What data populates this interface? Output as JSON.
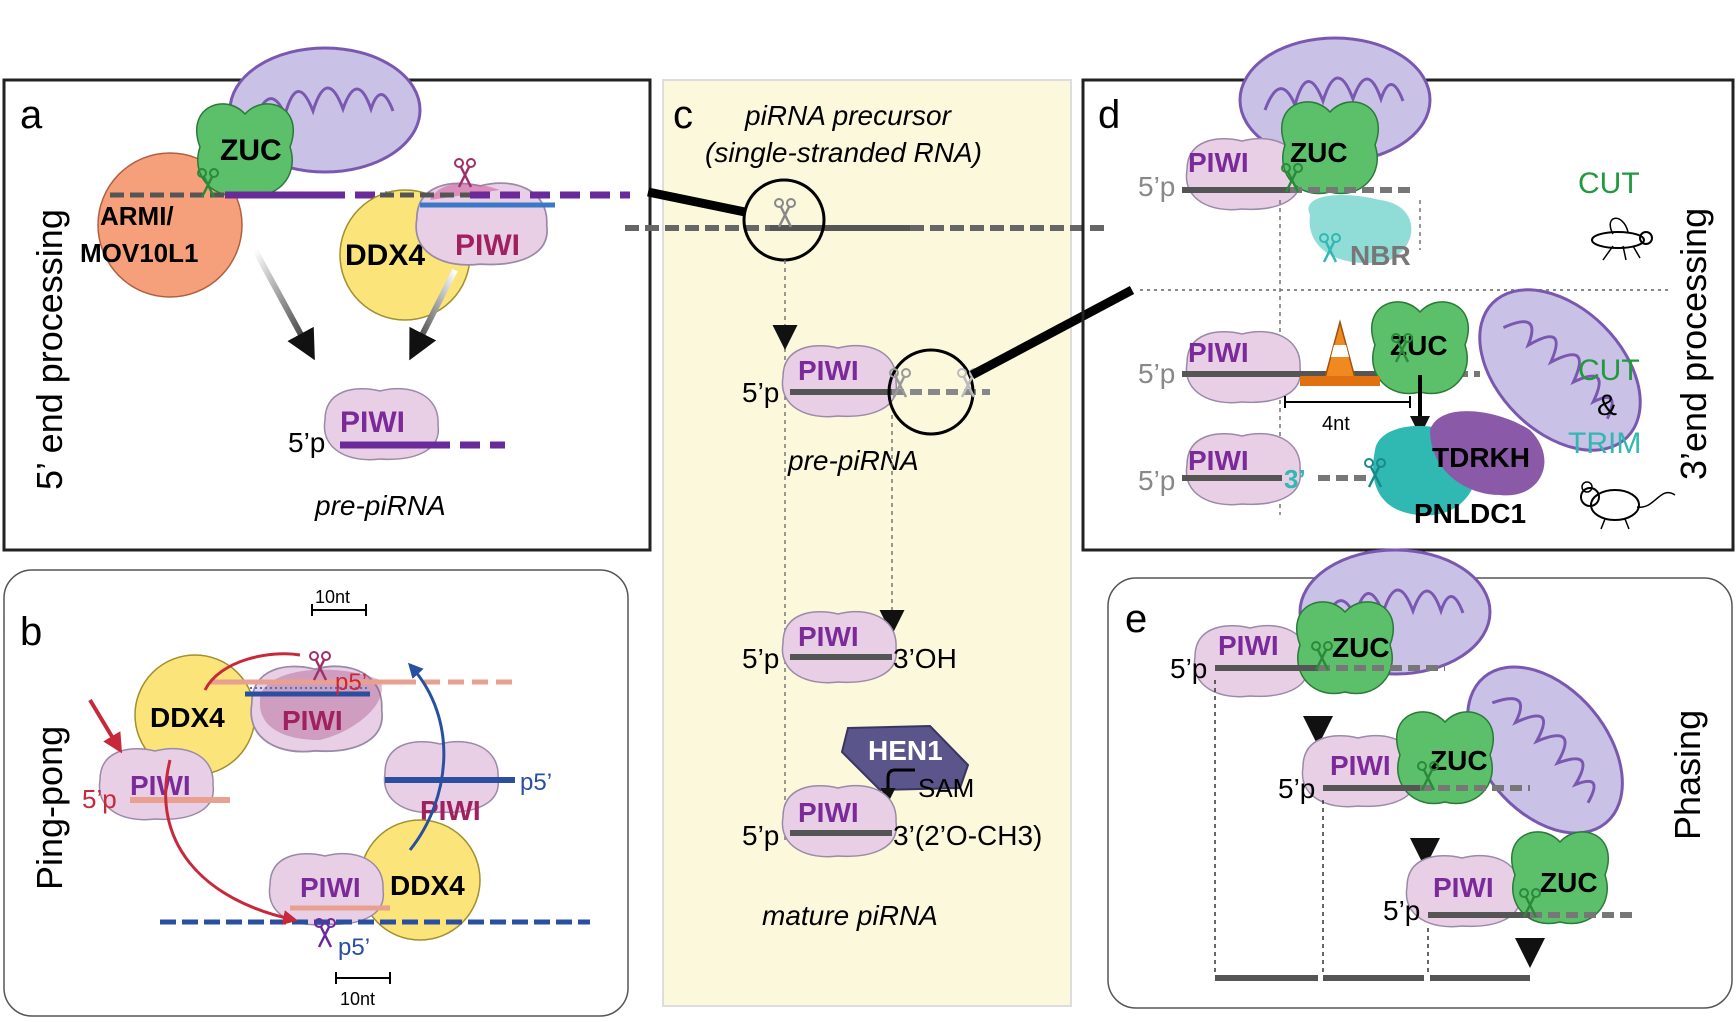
{
  "panels": {
    "a": {
      "letter": "a",
      "side_label": "5’ end processing",
      "zuc": "ZUC",
      "armi": "ARMI/",
      "mov": "MOV10L1",
      "ddx4": "DDX4",
      "piwi": "PIWI",
      "piwi_result": "PIWI",
      "five_p": "5’p",
      "caption": "pre-piRNA"
    },
    "b": {
      "letter": "b",
      "side_label": "Ping-pong",
      "ddx4_top": "DDX4",
      "piwi_top": "PIWI",
      "piwi_left": "PIWI",
      "piwi_right": "PIWI",
      "piwi_bottom": "PIWI",
      "ddx4_bottom": "DDX4",
      "five_p_left": "5’p",
      "p5_top": "p5’",
      "p5_right": "p5’",
      "p5_bottom": "p5’",
      "nt_top": "10nt",
      "nt_bottom": "10nt"
    },
    "c": {
      "letter": "c",
      "precursor_line1": "piRNA precursor",
      "precursor_line2": "(single-stranded RNA)",
      "piwi1": "PIWI",
      "piwi2": "PIWI",
      "piwi3": "PIWI",
      "five_p1": "5’p",
      "five_p2": "5’p",
      "five_p3": "5’p",
      "pre_pirna": "pre-piRNA",
      "three_oh": "3’OH",
      "hen1": "HEN1",
      "sam": "SAM",
      "three_mod": "3’(2’O-CH3)",
      "mature": "mature piRNA"
    },
    "d": {
      "letter": "d",
      "side_label": "3’end processing",
      "piwi1": "PIWI",
      "piwi2": "PIWI",
      "piwi3": "PIWI",
      "five_p1": "5’p",
      "five_p2": "5’p",
      "five_p3": "5’p",
      "zuc1": "ZUC",
      "zuc2": "ZUC",
      "nbr": "NBR",
      "cut1": "CUT",
      "cut2": "CUT",
      "amp": "&",
      "trim": "TRIM",
      "four_nt": "4nt",
      "three_prime": "3’",
      "tdrkh": "TDRKH",
      "pnldc1": "PNLDC1"
    },
    "e": {
      "letter": "e",
      "side_label": "Phasing",
      "piwi1": "PIWI",
      "piwi2": "PIWI",
      "piwi3": "PIWI",
      "zuc1": "ZUC",
      "zuc2": "ZUC",
      "zuc3": "ZUC",
      "five_p1": "5’p",
      "five_p2": "5’p",
      "five_p3": "5’p"
    }
  },
  "colors": {
    "piwi_fill": "#e9cfe6",
    "piwi_text": "#7b2a9a",
    "zuc_fill": "#5cbf6a",
    "mito_fill": "#c9c1e6",
    "mito_stroke": "#7a58b0",
    "ddx4_fill": "#fbe57a",
    "armi_fill": "#f5a07a",
    "cream": "#fbf8dc",
    "green_text": "#1f9a3f",
    "teal": "#30b8b2",
    "red": "#c8283a",
    "blue": "#2a4fa0"
  }
}
